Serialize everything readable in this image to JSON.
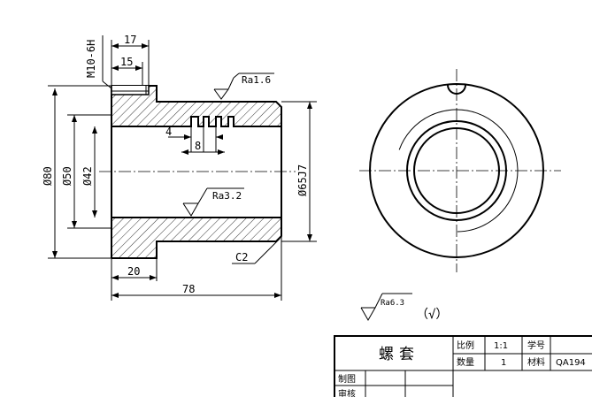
{
  "drawing": {
    "thread_label": "M10-6H",
    "dim_17": "17",
    "dim_15": "15",
    "roughness_top": "Ra1.6",
    "roughness_bore": "Ra3.2",
    "roughness_general": "Ra6.3",
    "roughness_general_paren": "（√）",
    "dim_4": "4",
    "dim_8": "8",
    "dia_80": "Ø80",
    "dia_50": "Ø50",
    "dia_42": "Ø42",
    "dia_65": "Ø65J7",
    "chamfer": "C2",
    "dim_20": "20",
    "dim_78": "78"
  },
  "title_block": {
    "part_name": "螺套",
    "scale_label": "比例",
    "scale_value": "1:1",
    "number_label": "学号",
    "quantity_label": "数量",
    "quantity_value": "1",
    "material_label": "材料",
    "material_value": "QA194",
    "drawn_by_label": "制图",
    "checked_by_label": "审核"
  }
}
